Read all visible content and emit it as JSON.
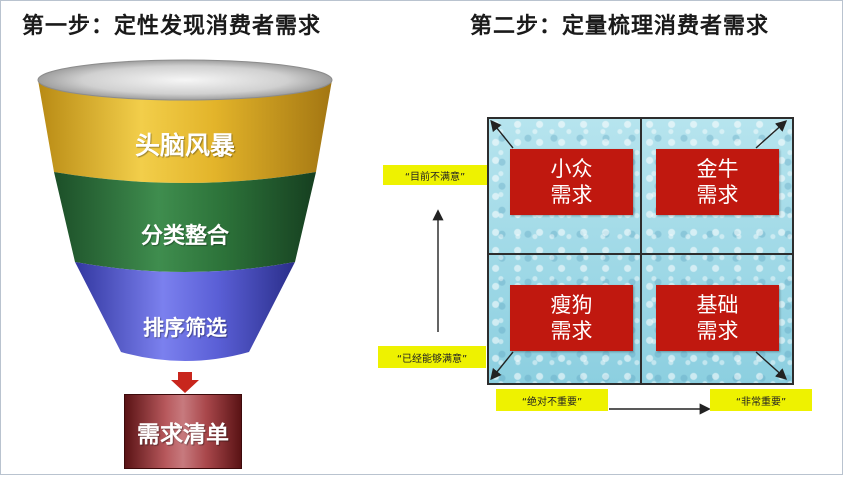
{
  "titles": {
    "step1": "第一步：定性发现消费者需求",
    "step2": "第二步：定量梳理消费者需求"
  },
  "funnel": {
    "layers": [
      {
        "label": "头脑风暴",
        "color": "#e1b52b"
      },
      {
        "label": "分类整合",
        "color": "#2f7a3e"
      },
      {
        "label": "排序筛选",
        "color": "#5f63d8"
      }
    ],
    "output": "需求清单"
  },
  "matrix": {
    "quadrants": {
      "top_left": [
        "小众",
        "需求"
      ],
      "top_right": [
        "金牛",
        "需求"
      ],
      "bottom_left": [
        "瘦狗",
        "需求"
      ],
      "bottom_right": [
        "基础",
        "需求"
      ]
    },
    "axis_tags": {
      "y_top": "“目前不满意”",
      "y_bottom": "“已经能够满意”",
      "x_left": "“绝对不重要”",
      "x_right": "“非常重要”"
    }
  },
  "colors": {
    "quadrant": "#c0180f",
    "tag": "#eef200",
    "funnel_top_rim": "#d7d7d7"
  }
}
